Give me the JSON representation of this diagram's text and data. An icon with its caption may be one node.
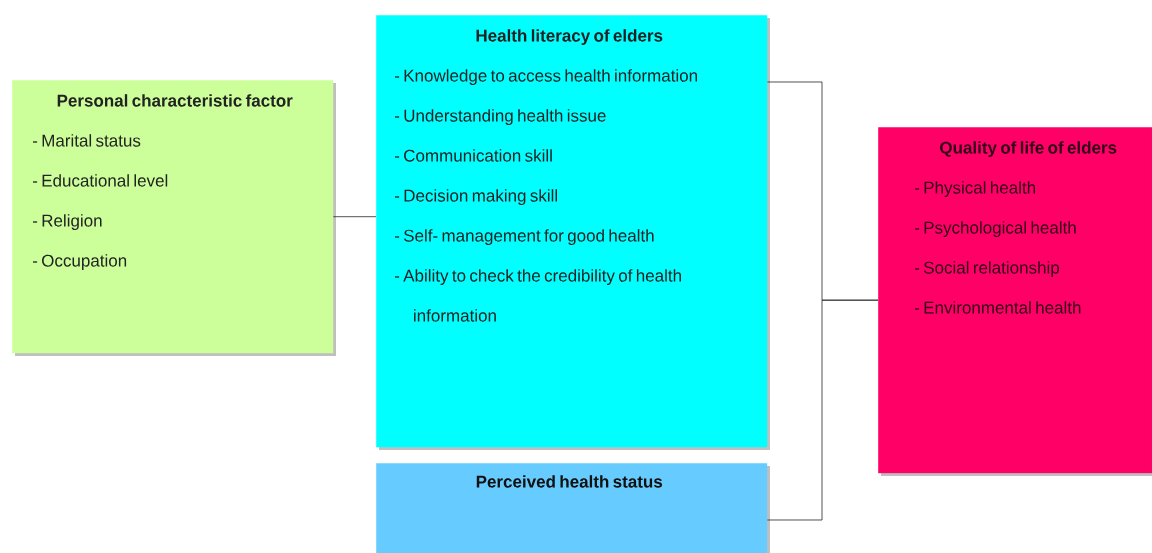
{
  "diagram": {
    "nodes": [
      {
        "text": [
          "Personal characteristic factor",
          "- Marital status",
          "- Educational level",
          "- Religion",
          "- Occupation"
        ]
      },
      {
        "text": [
          "Health literacy of elders",
          "- Knowledge to access health information",
          "- Understanding health issue",
          "- Communication skill",
          "- Decision making skill",
          "- Self- management for good health",
          "- Ability to check the credibility of health information"
        ]
      },
      {
        "text": [
          "Perceived health status"
        ]
      },
      {
        "text": [
          "Quality of life of elders",
          "- Physical health",
          "- Psychological health",
          "- Social relationship",
          "- Environmental health"
        ]
      }
    ],
    "edges": [
      {
        "from": 0,
        "to": 1,
        "arrow": "none"
      },
      {
        "from": 1,
        "to": 3,
        "arrow": "none"
      },
      {
        "from": 2,
        "to": 3,
        "arrow": "none"
      }
    ]
  }
}
